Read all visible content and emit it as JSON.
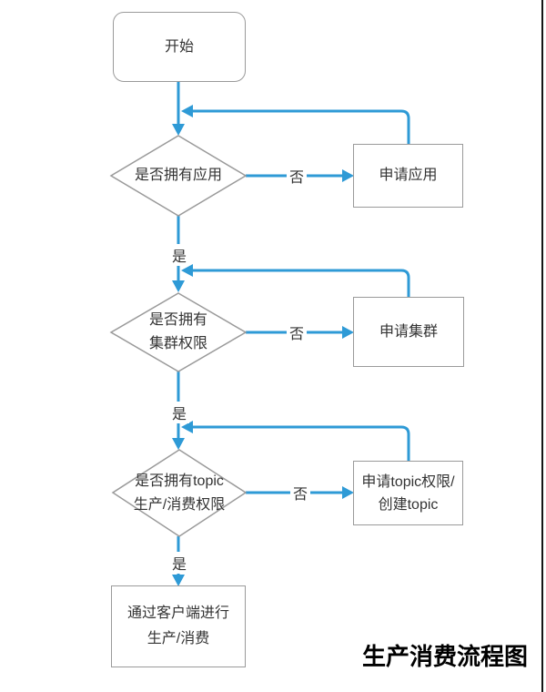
{
  "title": {
    "text": "生产消费流程图"
  },
  "colors": {
    "arrow_blue": "#2E9AD6",
    "shape_border": "#9A9A9A",
    "node_text": "#333333",
    "title_text": "#000000",
    "edge_line": "#141414"
  },
  "nodes": {
    "start": {
      "label": "开始"
    },
    "decision_app": {
      "label": "是否拥有应用"
    },
    "apply_app": {
      "label": "申请应用"
    },
    "decision_cluster": {
      "line1": "是否拥有",
      "line2": "集群权限"
    },
    "apply_cluster": {
      "label": "申请集群"
    },
    "decision_topic": {
      "line1": "是否拥有topic",
      "line2": "生产/消费权限"
    },
    "apply_topic": {
      "line1": "申请topic权限/",
      "line2": "创建topic"
    },
    "produce_consume": {
      "line1": "通过客户端进行",
      "line2": "生产/消费"
    }
  },
  "edge_labels": {
    "yes": "是",
    "no": "否"
  }
}
